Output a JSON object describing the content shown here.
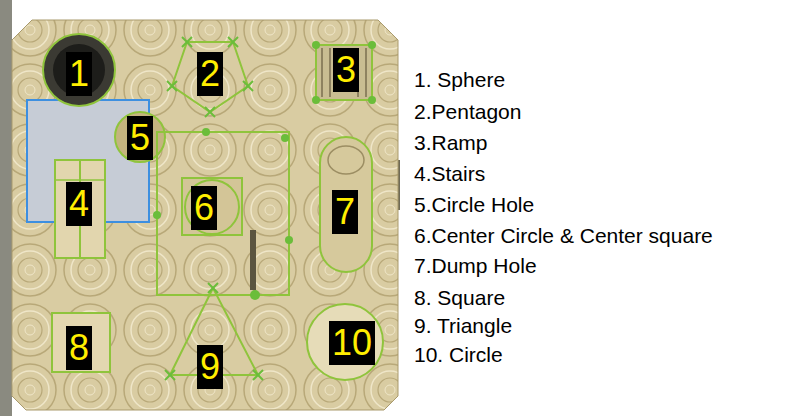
{
  "diagram": {
    "labels": [
      "1",
      "2",
      "3",
      "4",
      "5",
      "6",
      "7",
      "8",
      "9",
      "10",
      "1. Sphere",
      "2.Pentagon",
      "3.Ramp",
      "4.Stairs",
      "5.Circle Hole",
      "6.Center Circle & Center square",
      "7.Dump Hole",
      "8. Square",
      "9. Triangle",
      "10. Circle"
    ]
  }
}
